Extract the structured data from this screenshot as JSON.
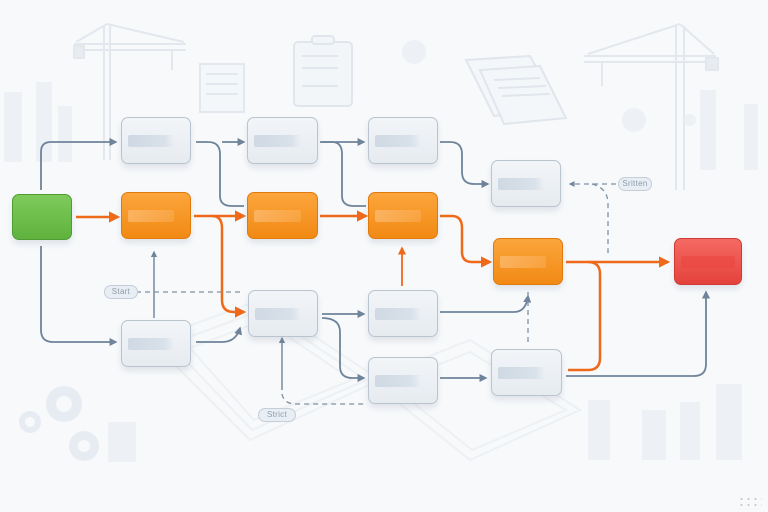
{
  "diagram": {
    "type": "process-flowchart",
    "colors": {
      "background": "#f7f9fb",
      "start_node": "#6cbf4a",
      "critical_node": "#f5921e",
      "end_node": "#ec524b",
      "neutral_node": "#e9eef3",
      "critical_edge": "#ee6a1a",
      "neutral_edge": "#6f849a",
      "dashed_edge": "#7f91a3"
    },
    "nodes": [
      {
        "id": "n-start",
        "kind": "start",
        "label": ""
      },
      {
        "id": "n-a1",
        "kind": "neutral",
        "label": ""
      },
      {
        "id": "n-a2",
        "kind": "neutral",
        "label": ""
      },
      {
        "id": "n-a3",
        "kind": "neutral",
        "label": ""
      },
      {
        "id": "n-a4",
        "kind": "neutral",
        "label": ""
      },
      {
        "id": "n-c1",
        "kind": "critical",
        "label": ""
      },
      {
        "id": "n-c2",
        "kind": "critical",
        "label": ""
      },
      {
        "id": "n-c3",
        "kind": "critical",
        "label": ""
      },
      {
        "id": "n-c4",
        "kind": "critical",
        "label": ""
      },
      {
        "id": "n-end",
        "kind": "end",
        "label": ""
      },
      {
        "id": "n-b1",
        "kind": "neutral",
        "label": ""
      },
      {
        "id": "n-b2",
        "kind": "neutral",
        "label": ""
      },
      {
        "id": "n-b3",
        "kind": "neutral",
        "label": ""
      },
      {
        "id": "n-b4",
        "kind": "neutral",
        "label": ""
      },
      {
        "id": "n-b5",
        "kind": "neutral",
        "label": ""
      }
    ],
    "tags": {
      "start": "Start",
      "strict": "Strict",
      "side": "Sritten"
    },
    "background_motifs": [
      "tower-crane",
      "tower-crane",
      "clipboard",
      "blueprint-document",
      "gears",
      "city-skyline",
      "circuit-board"
    ]
  }
}
